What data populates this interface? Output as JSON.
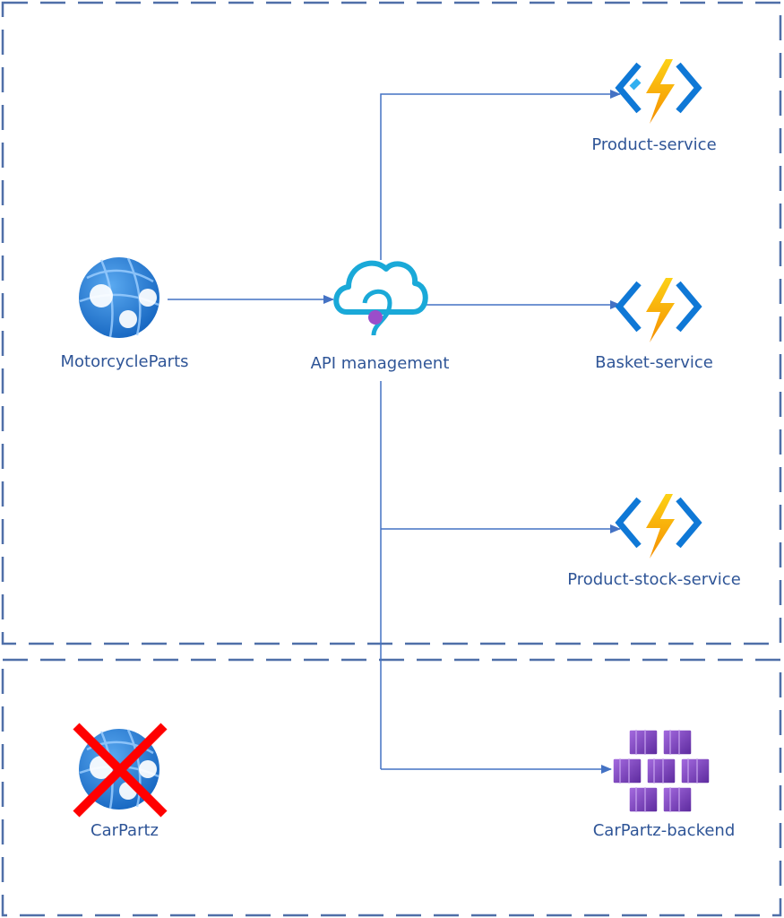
{
  "nodes": {
    "webapp": {
      "label": "MotorcycleParts",
      "icon": "web-app-icon"
    },
    "apim": {
      "label": "API management",
      "icon": "api-management-icon"
    },
    "product": {
      "label": "Product-service",
      "icon": "function-app-icon"
    },
    "basket": {
      "label": "Basket-service",
      "icon": "function-app-icon"
    },
    "stock": {
      "label": "Product-stock-service",
      "icon": "function-app-icon"
    },
    "carpartz": {
      "label": "CarPartz",
      "icon": "web-app-icon",
      "status": "removed"
    },
    "backend": {
      "label": "CarPartz-backend",
      "icon": "container-instances-icon"
    }
  },
  "colors": {
    "connector": "#4472c4",
    "boundary": "#4f6fa8",
    "label": "#2f5597",
    "removed_mark": "#ff0000",
    "function_bolt": "#fcb300",
    "function_brackets": "#0f78d6",
    "container": "#7b3fc4",
    "globe": "#1e88e5"
  }
}
